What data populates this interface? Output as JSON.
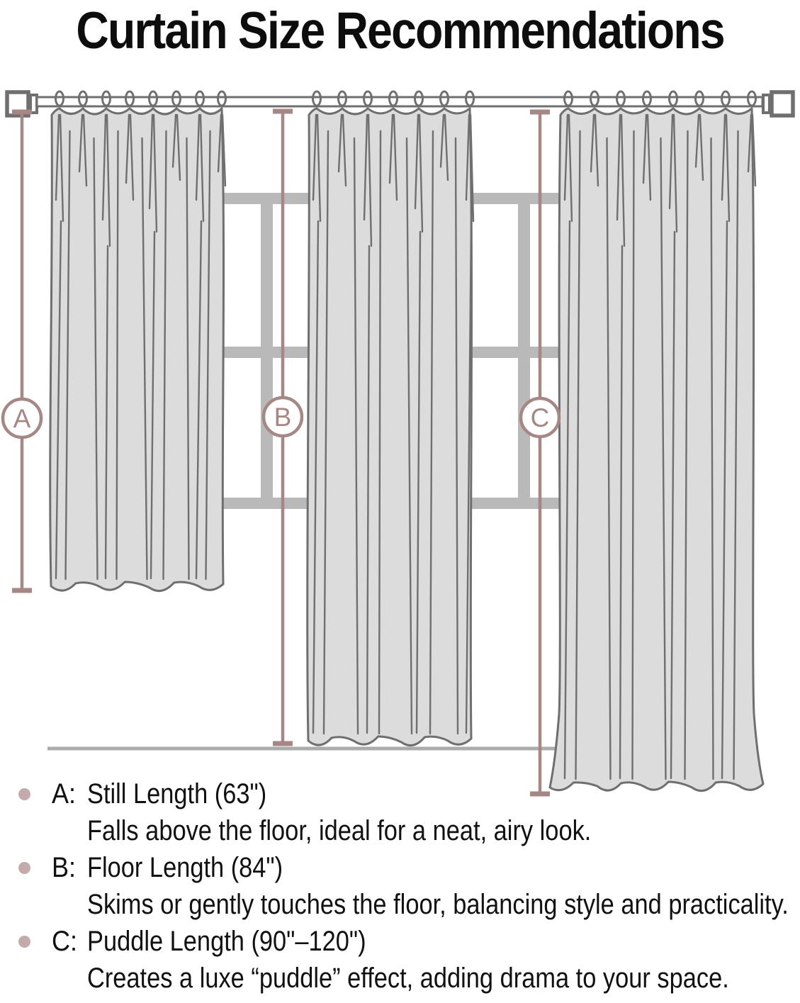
{
  "title": "Curtain Size Recommendations",
  "diagram": {
    "markers": {
      "a": "A",
      "b": "B",
      "c": "C"
    }
  },
  "legend": {
    "items": [
      {
        "letter": "A:",
        "title": "Still Length (63\")",
        "desc": "Falls above the floor, ideal for a neat, airy look."
      },
      {
        "letter": "B:",
        "title": "Floor Length (84\")",
        "desc": "Skims or gently touches the floor, balancing style and practicality."
      },
      {
        "letter": "C:",
        "title": "Puddle Length (90\"–120\")",
        "desc": "Creates a luxe “puddle” effect, adding drama to your space."
      }
    ]
  },
  "colors": {
    "curtain_fill": "#dcdcdc",
    "curtain_line": "#6f6f6f",
    "window_frame": "#b9b9b9",
    "floor_line": "#ababab",
    "measure_line": "#a58786",
    "bullet": "#c3abab",
    "text": "#111111"
  }
}
